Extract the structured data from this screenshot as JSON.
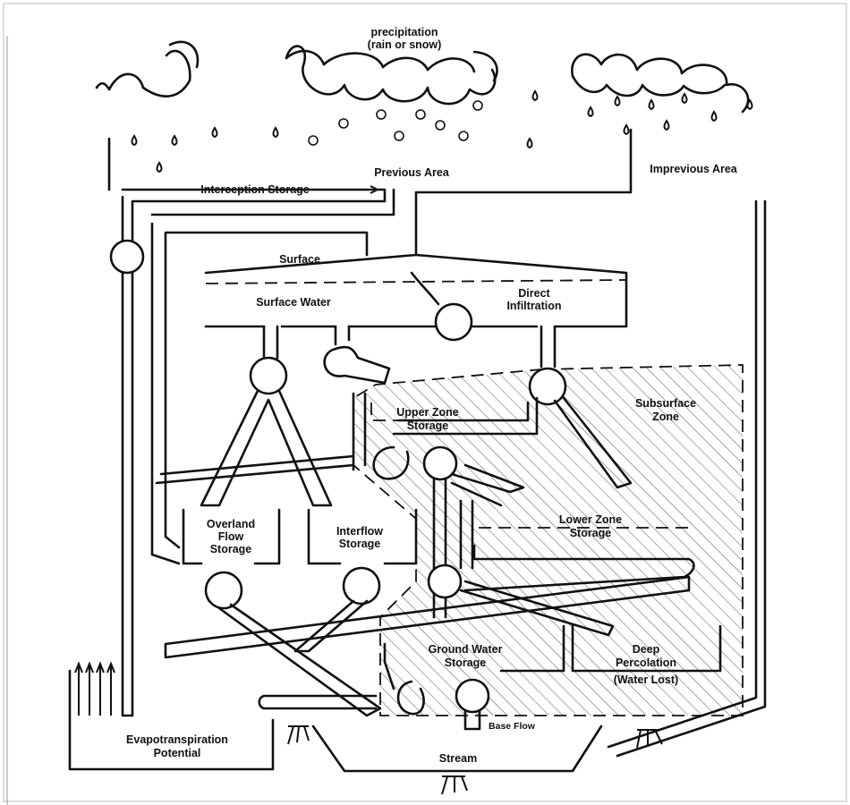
{
  "diagram": {
    "labels": {
      "precipitation_line1": "precipitation",
      "precipitation_line2": "(rain or snow)",
      "previous_area": "Previous Area",
      "impervious_area": "Imprevious Area",
      "interception_storage": "Interception Storage",
      "surface": "Surface",
      "surface_water": "Surface Water",
      "direct_infiltration_line1": "Direct",
      "direct_infiltration_line2": "Infiltration",
      "subsurface_zone_line1": "Subsurface",
      "subsurface_zone_line2": "Zone",
      "upper_zone_line1": "Upper Zone",
      "upper_zone_line2": "Storage",
      "lower_zone_line1": "Lower Zone",
      "lower_zone_line2": "Storage",
      "overland_line1": "Overland",
      "overland_line2": "Flow",
      "overland_line3": "Storage",
      "interflow_line1": "Interflow",
      "interflow_line2": "Storage",
      "ground_water_line1": "Ground Water",
      "ground_water_line2": "Storage",
      "deep_percolation_line1": "Deep",
      "deep_percolation_line2": "Percolation",
      "deep_percolation_line3": "(Water Lost)",
      "base_flow": "Base Flow",
      "stream": "Stream",
      "evapotranspiration_line1": "Evapotranspiration",
      "evapotranspiration_line2": "Potential"
    },
    "icons": {
      "cloud": "cloud-icon",
      "raindrop": "raindrop-icon",
      "snowflake": "snowflake-icon",
      "valve": "valve-icon",
      "arrow": "arrow-up-icon",
      "grass": "grass-icon"
    },
    "colors": {
      "line": "#111111",
      "background": "#ffffff"
    }
  }
}
